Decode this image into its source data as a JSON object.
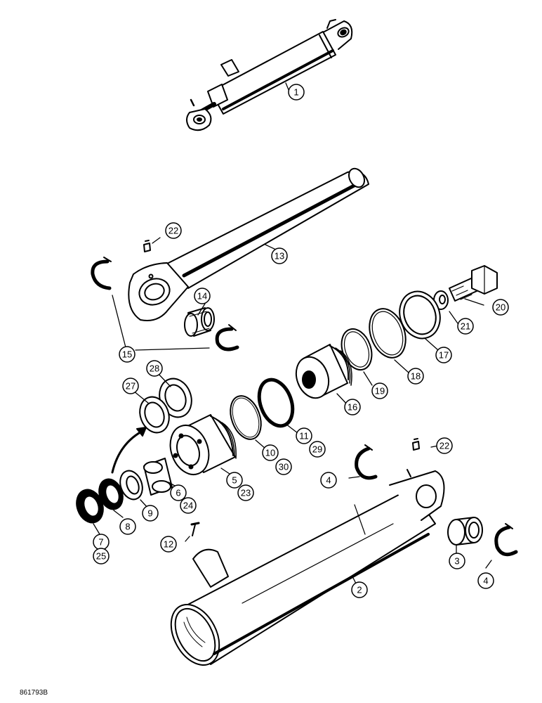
{
  "callouts": [
    {
      "id": "c1",
      "label": "1"
    },
    {
      "id": "c2",
      "label": "2"
    },
    {
      "id": "c3",
      "label": "3"
    },
    {
      "id": "c4a",
      "label": "4"
    },
    {
      "id": "c4b",
      "label": "4"
    },
    {
      "id": "c5",
      "label": "5"
    },
    {
      "id": "c23",
      "label": "23"
    },
    {
      "id": "c6",
      "label": "6"
    },
    {
      "id": "c24",
      "label": "24"
    },
    {
      "id": "c7",
      "label": "7"
    },
    {
      "id": "c25",
      "label": "25"
    },
    {
      "id": "c8",
      "label": "8"
    },
    {
      "id": "c9",
      "label": "9"
    },
    {
      "id": "c10",
      "label": "10"
    },
    {
      "id": "c30",
      "label": "30"
    },
    {
      "id": "c11",
      "label": "11"
    },
    {
      "id": "c29",
      "label": "29"
    },
    {
      "id": "c12",
      "label": "12"
    },
    {
      "id": "c13",
      "label": "13"
    },
    {
      "id": "c14",
      "label": "14"
    },
    {
      "id": "c15",
      "label": "15"
    },
    {
      "id": "c16",
      "label": "16"
    },
    {
      "id": "c17",
      "label": "17"
    },
    {
      "id": "c18",
      "label": "18"
    },
    {
      "id": "c19",
      "label": "19"
    },
    {
      "id": "c20",
      "label": "20"
    },
    {
      "id": "c21",
      "label": "21"
    },
    {
      "id": "c22a",
      "label": "22"
    },
    {
      "id": "c22b",
      "label": "22"
    },
    {
      "id": "c27",
      "label": "27"
    },
    {
      "id": "c28",
      "label": "28"
    }
  ],
  "figure_ref": "861793B"
}
